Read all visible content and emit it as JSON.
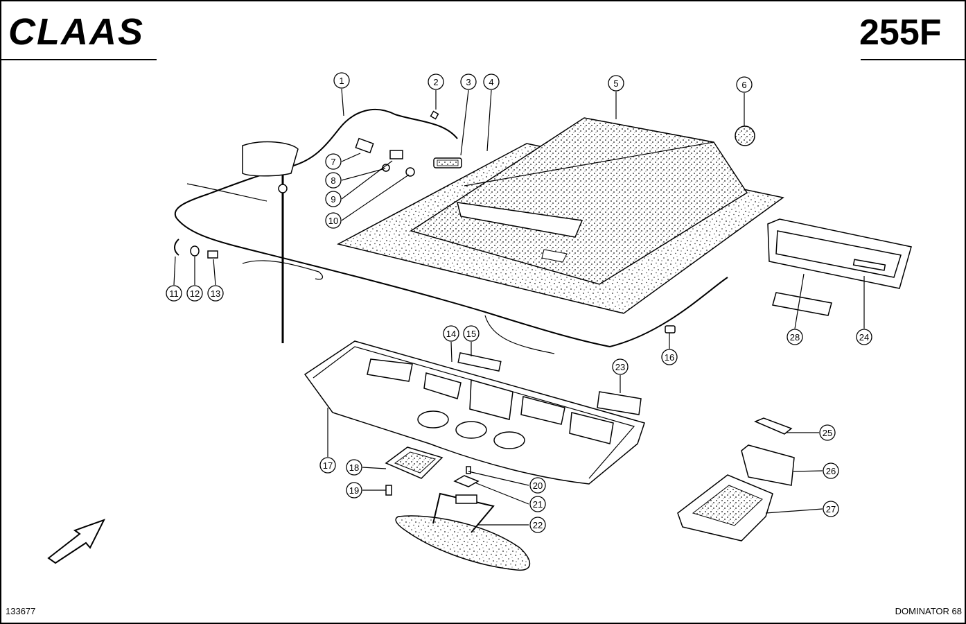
{
  "header": {
    "brand": "CLAAS",
    "plate_number": "255F"
  },
  "footer": {
    "drawing_number": "133677",
    "model": "DOMINATOR 68"
  },
  "callouts": [
    {
      "label": "1"
    },
    {
      "label": "2"
    },
    {
      "label": "3"
    },
    {
      "label": "4"
    },
    {
      "label": "5"
    },
    {
      "label": "6"
    },
    {
      "label": "7"
    },
    {
      "label": "8"
    },
    {
      "label": "9"
    },
    {
      "label": "10"
    },
    {
      "label": "11"
    },
    {
      "label": "12"
    },
    {
      "label": "13"
    },
    {
      "label": "14"
    },
    {
      "label": "15"
    },
    {
      "label": "16"
    },
    {
      "label": "17"
    },
    {
      "label": "18"
    },
    {
      "label": "19"
    },
    {
      "label": "20"
    },
    {
      "label": "21"
    },
    {
      "label": "22"
    },
    {
      "label": "23"
    },
    {
      "label": "24"
    },
    {
      "label": "25"
    },
    {
      "label": "26"
    },
    {
      "label": "27"
    },
    {
      "label": "28"
    }
  ]
}
